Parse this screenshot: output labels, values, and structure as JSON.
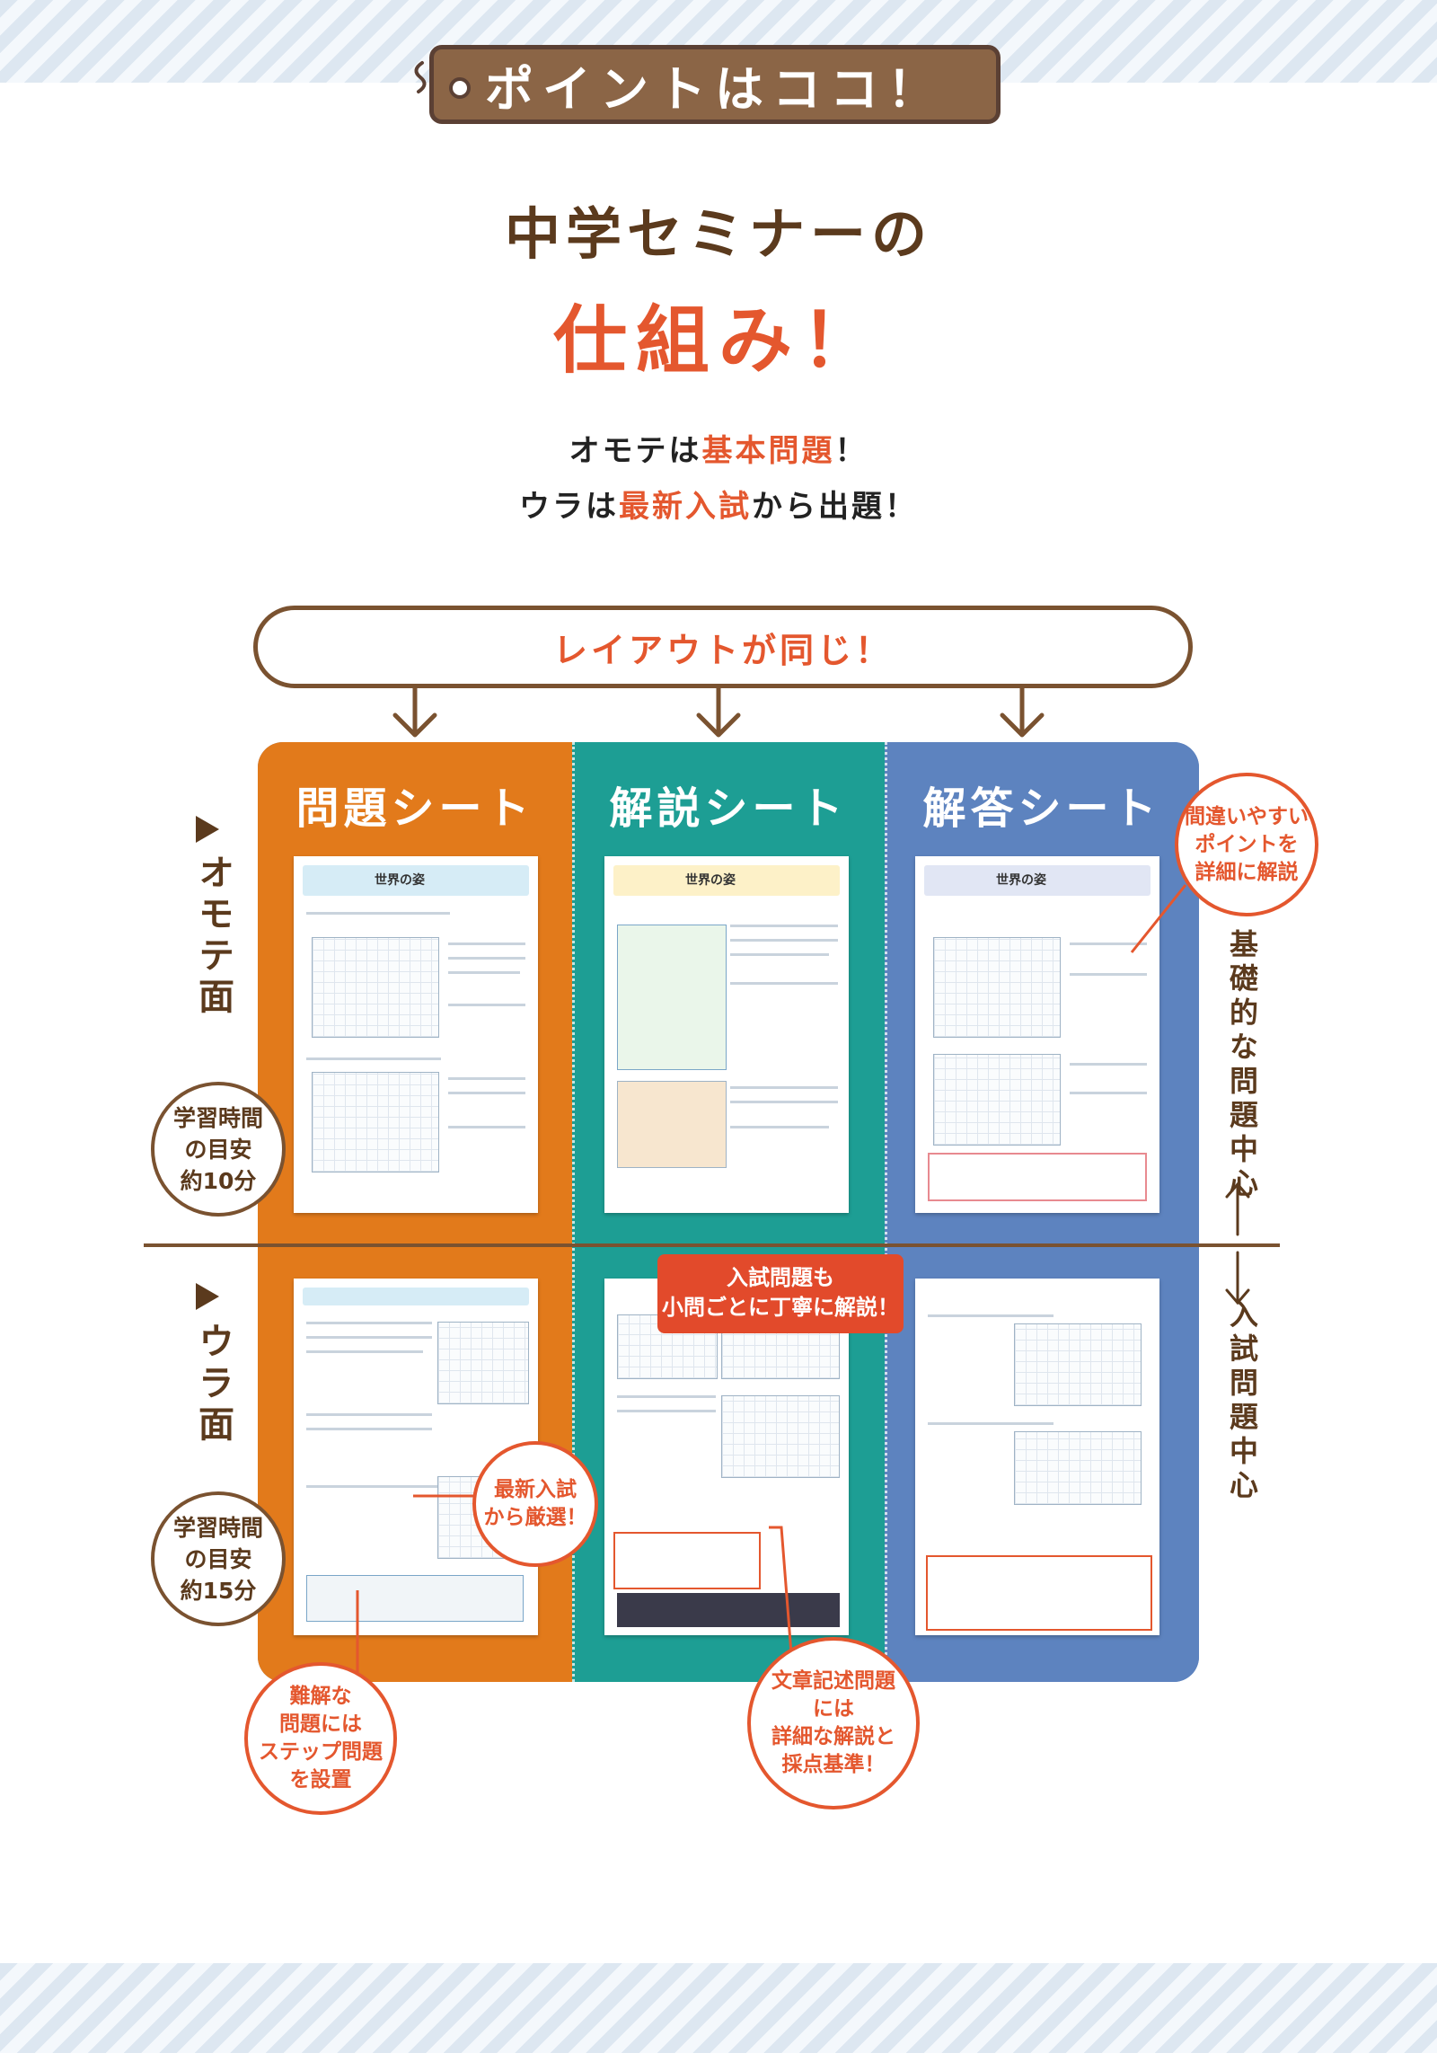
{
  "header": {
    "tag_label": "ポイントはココ！"
  },
  "title": {
    "line1": "中学セミナーの",
    "line2": "仕組み！"
  },
  "lead": {
    "line1_pre": "オモテは",
    "line1_hl": "基本問題",
    "line1_post": "！",
    "line2_pre": "ウラは",
    "line2_hl": "最新入試",
    "line2_post": "から出題！"
  },
  "layout_label": "レイアウトが同じ！",
  "columns": [
    {
      "label": "問題シート",
      "color": "#e27a1b"
    },
    {
      "label": "解説シート",
      "color": "#1d9e94"
    },
    {
      "label": "解答シート",
      "color": "#5d83bf"
    }
  ],
  "sides": {
    "front": "オモテ面",
    "back": "ウラ面",
    "front_time": {
      "line1": "学習時間",
      "line2": "の目安",
      "line3": "約10分"
    },
    "back_time": {
      "line1": "学習時間",
      "line2": "の目安",
      "line3": "約15分"
    }
  },
  "right_labels": {
    "top": "基礎的な問題中心",
    "bottom": "入試問題中心"
  },
  "callouts": {
    "answer_detail": {
      "line1": "間違いやすい",
      "line2": "ポイントを",
      "line3": "詳細に解説"
    },
    "latest_exam": {
      "line1": "最新入試",
      "line2": "から厳選！"
    },
    "step": {
      "line1": "難解な",
      "line2": "問題には",
      "line3": "ステップ問題",
      "line4": "を設置"
    },
    "written": {
      "line1": "文章記述問題",
      "line2": "には",
      "line3": "詳細な解説と",
      "line4": "採点基準！"
    },
    "exam_explain": {
      "line1": "入試問題も",
      "line2": "小問ごとに丁寧に解説！"
    }
  },
  "thumbnail_title": "世界の姿",
  "colors": {
    "brown": "#5b3a1d",
    "accent": "#e4572e",
    "orange": "#e27a1b",
    "teal": "#1d9e94",
    "blue": "#5d83bf"
  }
}
